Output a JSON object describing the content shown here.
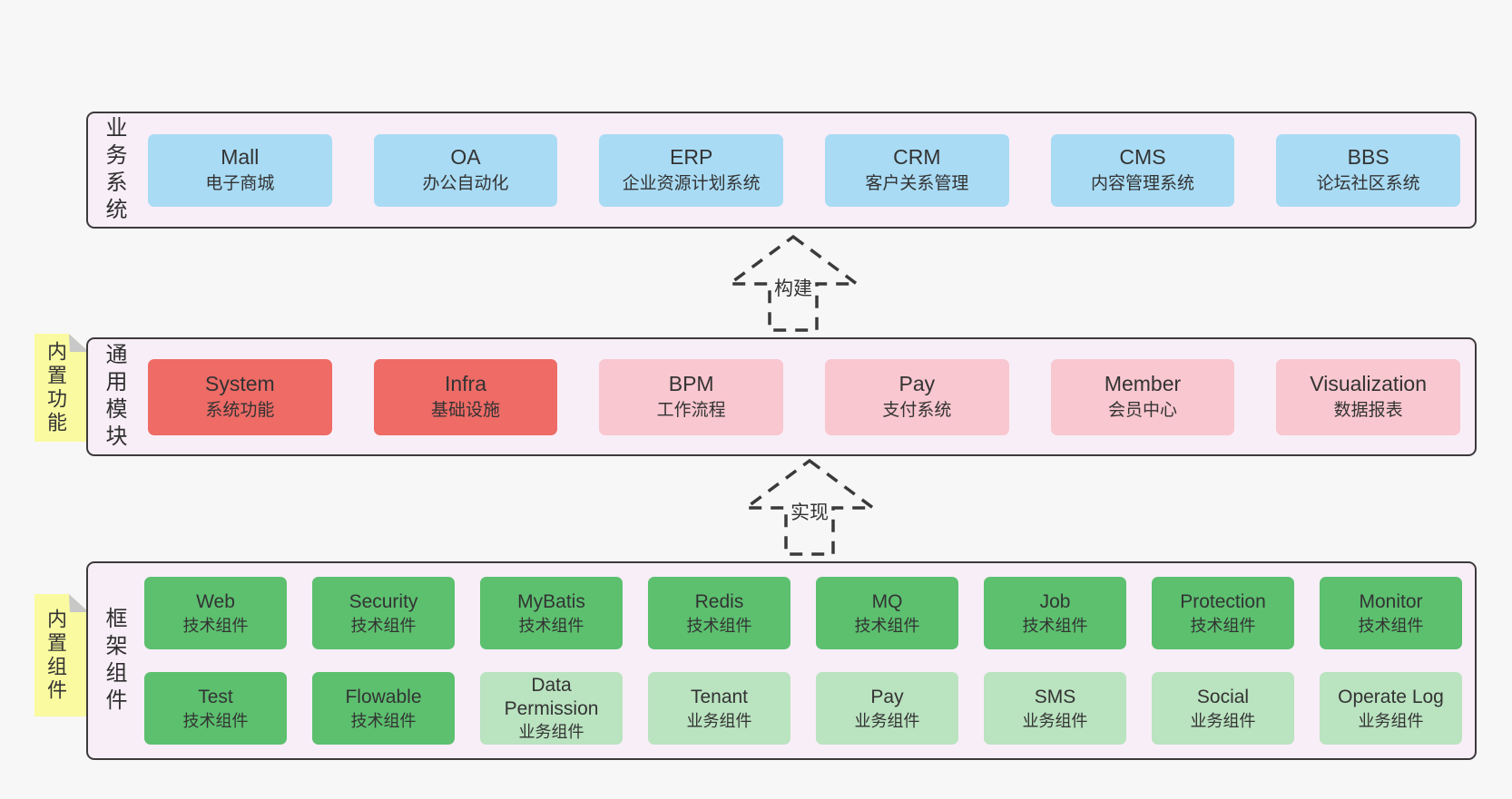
{
  "palette": {
    "canvas": "#f7f7f7",
    "band_background": "#f8eef7",
    "band_border": "#3d3a3b",
    "blue_box": "#a9dbf4",
    "red_box": "#ee6b66",
    "pink_box": "#f9c7cf",
    "green_dark_box": "#5cc06f",
    "green_light_box": "#bae3c0",
    "sticky_yellow": "#fafaa0",
    "sticky_fold_gray": "#c8c8c8",
    "text": "#333333"
  },
  "bands": [
    {
      "label": "业务系统",
      "items": [
        {
          "name": "Mall",
          "desc": "电子商城",
          "type": "blue"
        },
        {
          "name": "OA",
          "desc": "办公自动化",
          "type": "blue"
        },
        {
          "name": "ERP",
          "desc": "企业资源计划系统",
          "type": "blue"
        },
        {
          "name": "CRM",
          "desc": "客户关系管理",
          "type": "blue"
        },
        {
          "name": "CMS",
          "desc": "内容管理系统",
          "type": "blue"
        },
        {
          "name": "BBS",
          "desc": "论坛社区系统",
          "type": "blue"
        }
      ]
    },
    {
      "label": "通用模块",
      "sticky": "内置功能",
      "items": [
        {
          "name": "System",
          "desc": "系统功能",
          "type": "red"
        },
        {
          "name": "Infra",
          "desc": "基础设施",
          "type": "red"
        },
        {
          "name": "BPM",
          "desc": "工作流程",
          "type": "pink"
        },
        {
          "name": "Pay",
          "desc": "支付系统",
          "type": "pink"
        },
        {
          "name": "Member",
          "desc": "会员中心",
          "type": "pink"
        },
        {
          "name": "Visualization",
          "desc": "数据报表",
          "type": "pink"
        }
      ]
    },
    {
      "label": "框架组件",
      "sticky": "内置组件",
      "rows": [
        [
          {
            "name": "Web",
            "desc": "技术组件",
            "type": "green-dark"
          },
          {
            "name": "Security",
            "desc": "技术组件",
            "type": "green-dark"
          },
          {
            "name": "MyBatis",
            "desc": "技术组件",
            "type": "green-dark"
          },
          {
            "name": "Redis",
            "desc": "技术组件",
            "type": "green-dark"
          },
          {
            "name": "MQ",
            "desc": "技术组件",
            "type": "green-dark"
          },
          {
            "name": "Job",
            "desc": "技术组件",
            "type": "green-dark"
          },
          {
            "name": "Protection",
            "desc": "技术组件",
            "type": "green-dark"
          },
          {
            "name": "Monitor",
            "desc": "技术组件",
            "type": "green-dark"
          }
        ],
        [
          {
            "name": "Test",
            "desc": "技术组件",
            "type": "green-dark"
          },
          {
            "name": "Flowable",
            "desc": "技术组件",
            "type": "green-dark"
          },
          {
            "name": "Data Permission",
            "desc": "业务组件",
            "type": "green-light"
          },
          {
            "name": "Tenant",
            "desc": "业务组件",
            "type": "green-light"
          },
          {
            "name": "Pay",
            "desc": "业务组件",
            "type": "green-light"
          },
          {
            "name": "SMS",
            "desc": "业务组件",
            "type": "green-light"
          },
          {
            "name": "Social",
            "desc": "业务组件",
            "type": "green-light"
          },
          {
            "name": "Operate Log",
            "desc": "业务组件",
            "type": "green-light"
          }
        ]
      ]
    }
  ],
  "arrows": [
    {
      "label": "构建"
    },
    {
      "label": "实现"
    }
  ]
}
